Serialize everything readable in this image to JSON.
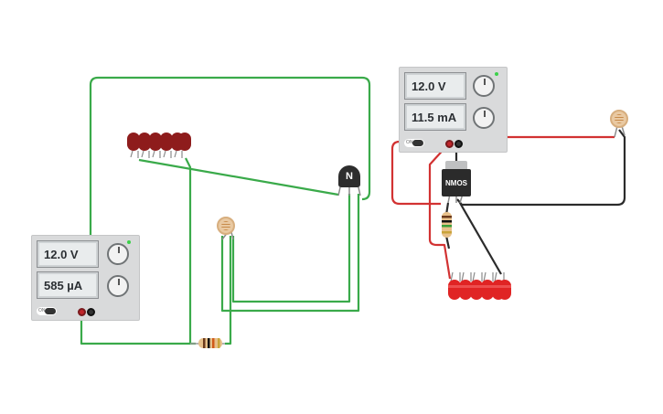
{
  "supply_left": {
    "voltage_display": "12.0 V",
    "current_display": "585 µA",
    "switch_label": "ON"
  },
  "supply_right": {
    "voltage_display": "12.0 V",
    "current_display": "11.5 mA",
    "switch_label": "ON"
  },
  "transistor_left": {
    "label": "N"
  },
  "transistor_right": {
    "label": "NMOS"
  },
  "colors": {
    "wire_green": "#3aaa4a",
    "wire_red": "#d23232",
    "wire_black": "#2b2b2b",
    "led_dark_red": "#8e1c1c",
    "led_red": "#e02424"
  },
  "icons": {
    "supply": "power-supply-icon",
    "ldr": "photoresistor-icon",
    "resistor": "resistor-icon",
    "led": "led-icon"
  }
}
